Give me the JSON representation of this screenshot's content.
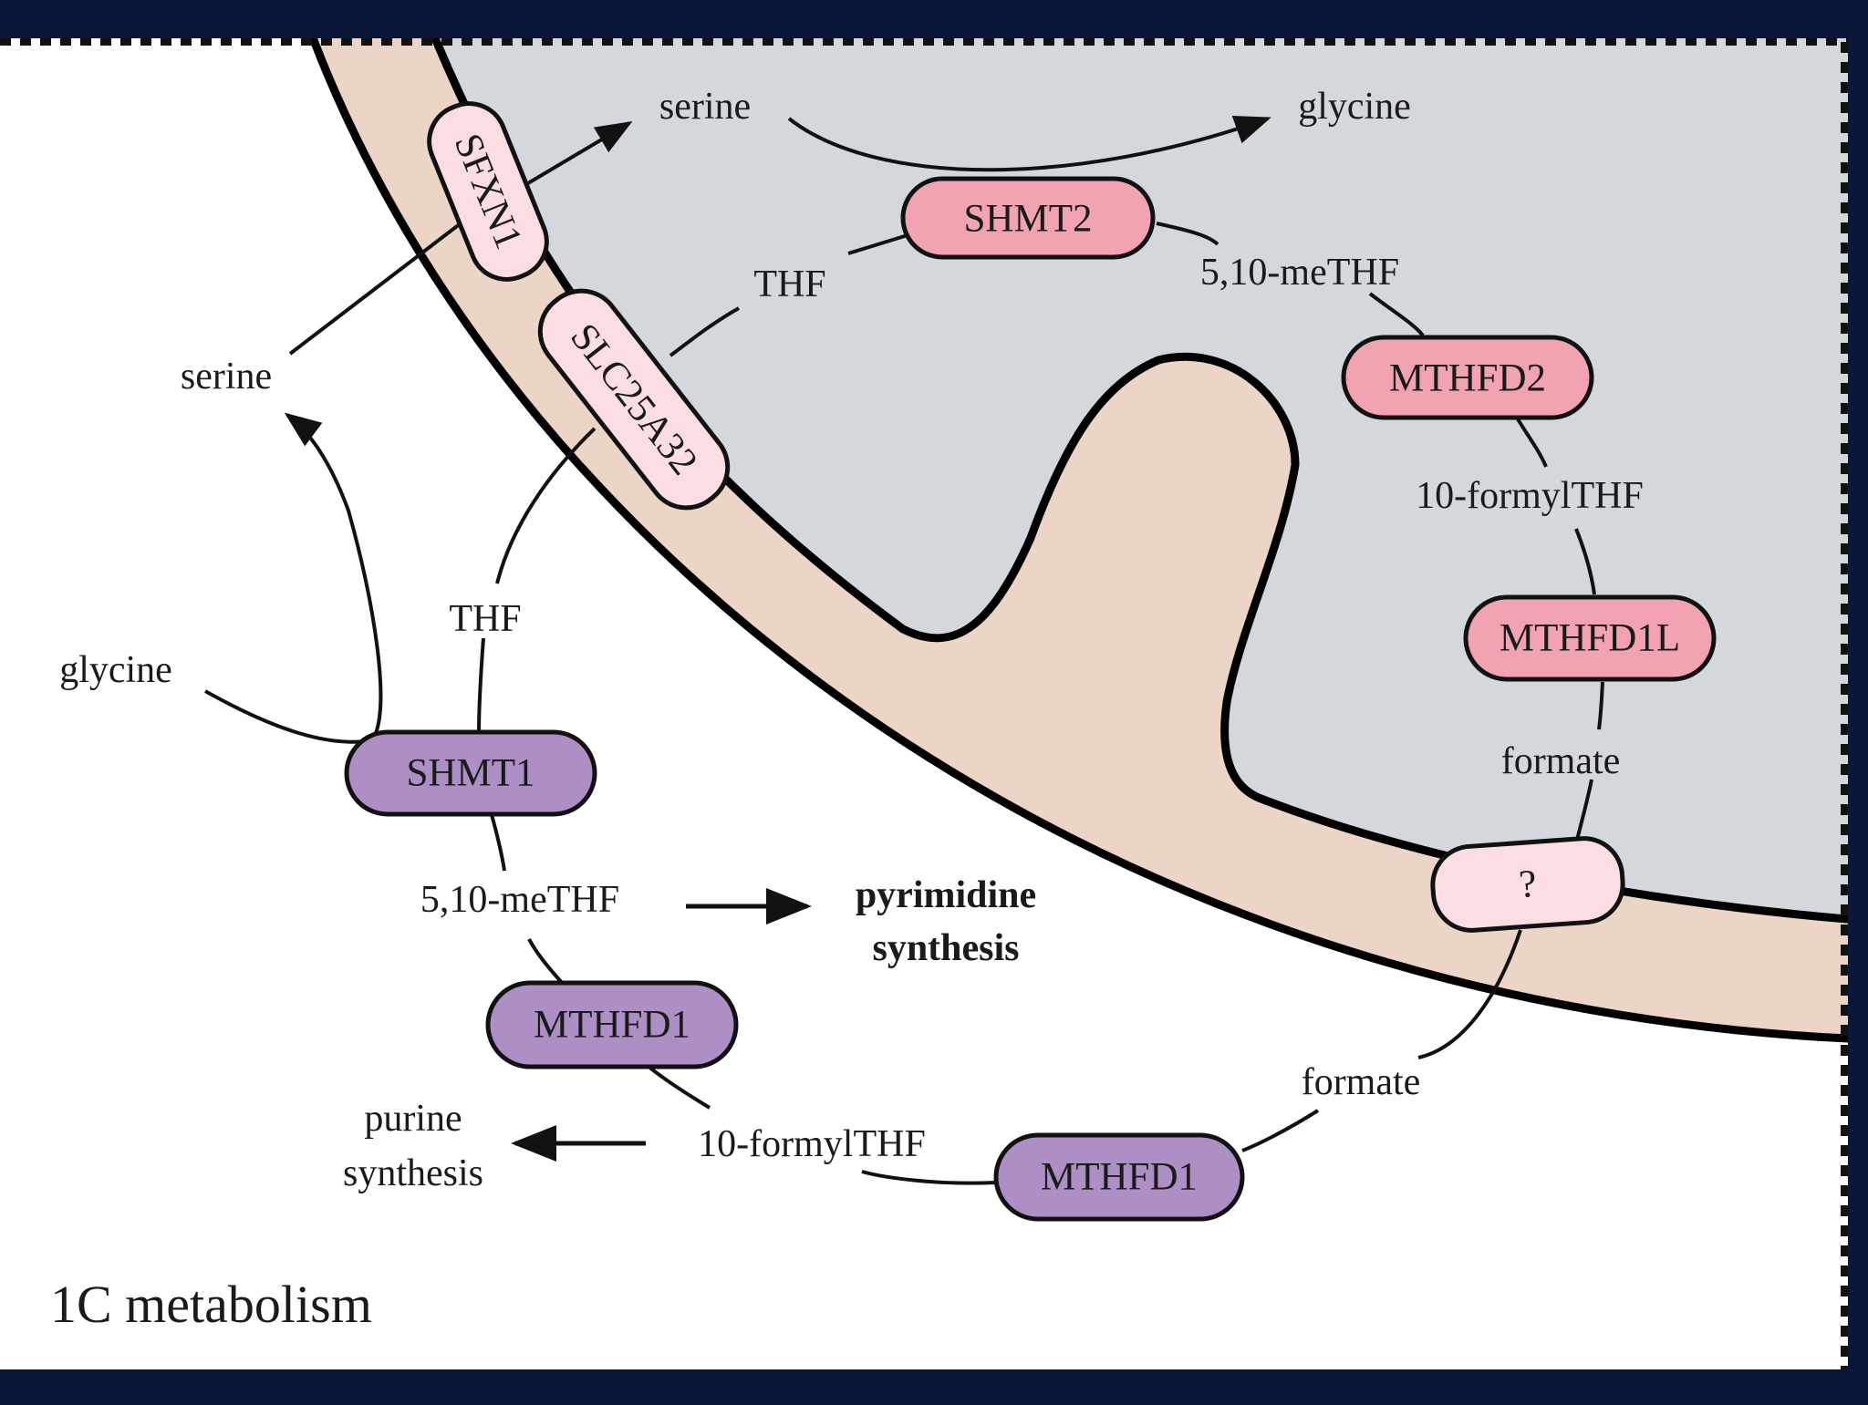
{
  "title": "1C metabolism",
  "colors": {
    "frame": "#0b1738",
    "cytosol": "#ffffff",
    "membrane": "#ecd4c7",
    "matrix": "#d4d7dc",
    "transporter": "#fcdde2",
    "mito_enzyme": "#f2a3b2",
    "cyto_enzyme": "#ad8fc6"
  },
  "transporters": {
    "sfxn1": "SFXN1",
    "slc25a32": "SLC25A32",
    "unknown": "?"
  },
  "mitochondria": {
    "serine": "serine",
    "glycine": "glycine",
    "thf": "THF",
    "shmt2": "SHMT2",
    "methf": "5,10-meTHF",
    "mthfd2": "MTHFD2",
    "formylthf": "10-formylTHF",
    "mthfd1l": "MTHFD1L",
    "formate": "formate"
  },
  "cytosol": {
    "serine": "serine",
    "glycine": "glycine",
    "thf": "THF",
    "shmt1": "SHMT1",
    "methf": "5,10-meTHF",
    "pyrimidine_line1": "pyrimidine",
    "pyrimidine_line2": "synthesis",
    "mthfd1_upper": "MTHFD1",
    "formylthf": "10-formylTHF",
    "purine_line1": "purine",
    "purine_line2": "synthesis",
    "mthfd1_lower": "MTHFD1",
    "formate": "formate"
  }
}
